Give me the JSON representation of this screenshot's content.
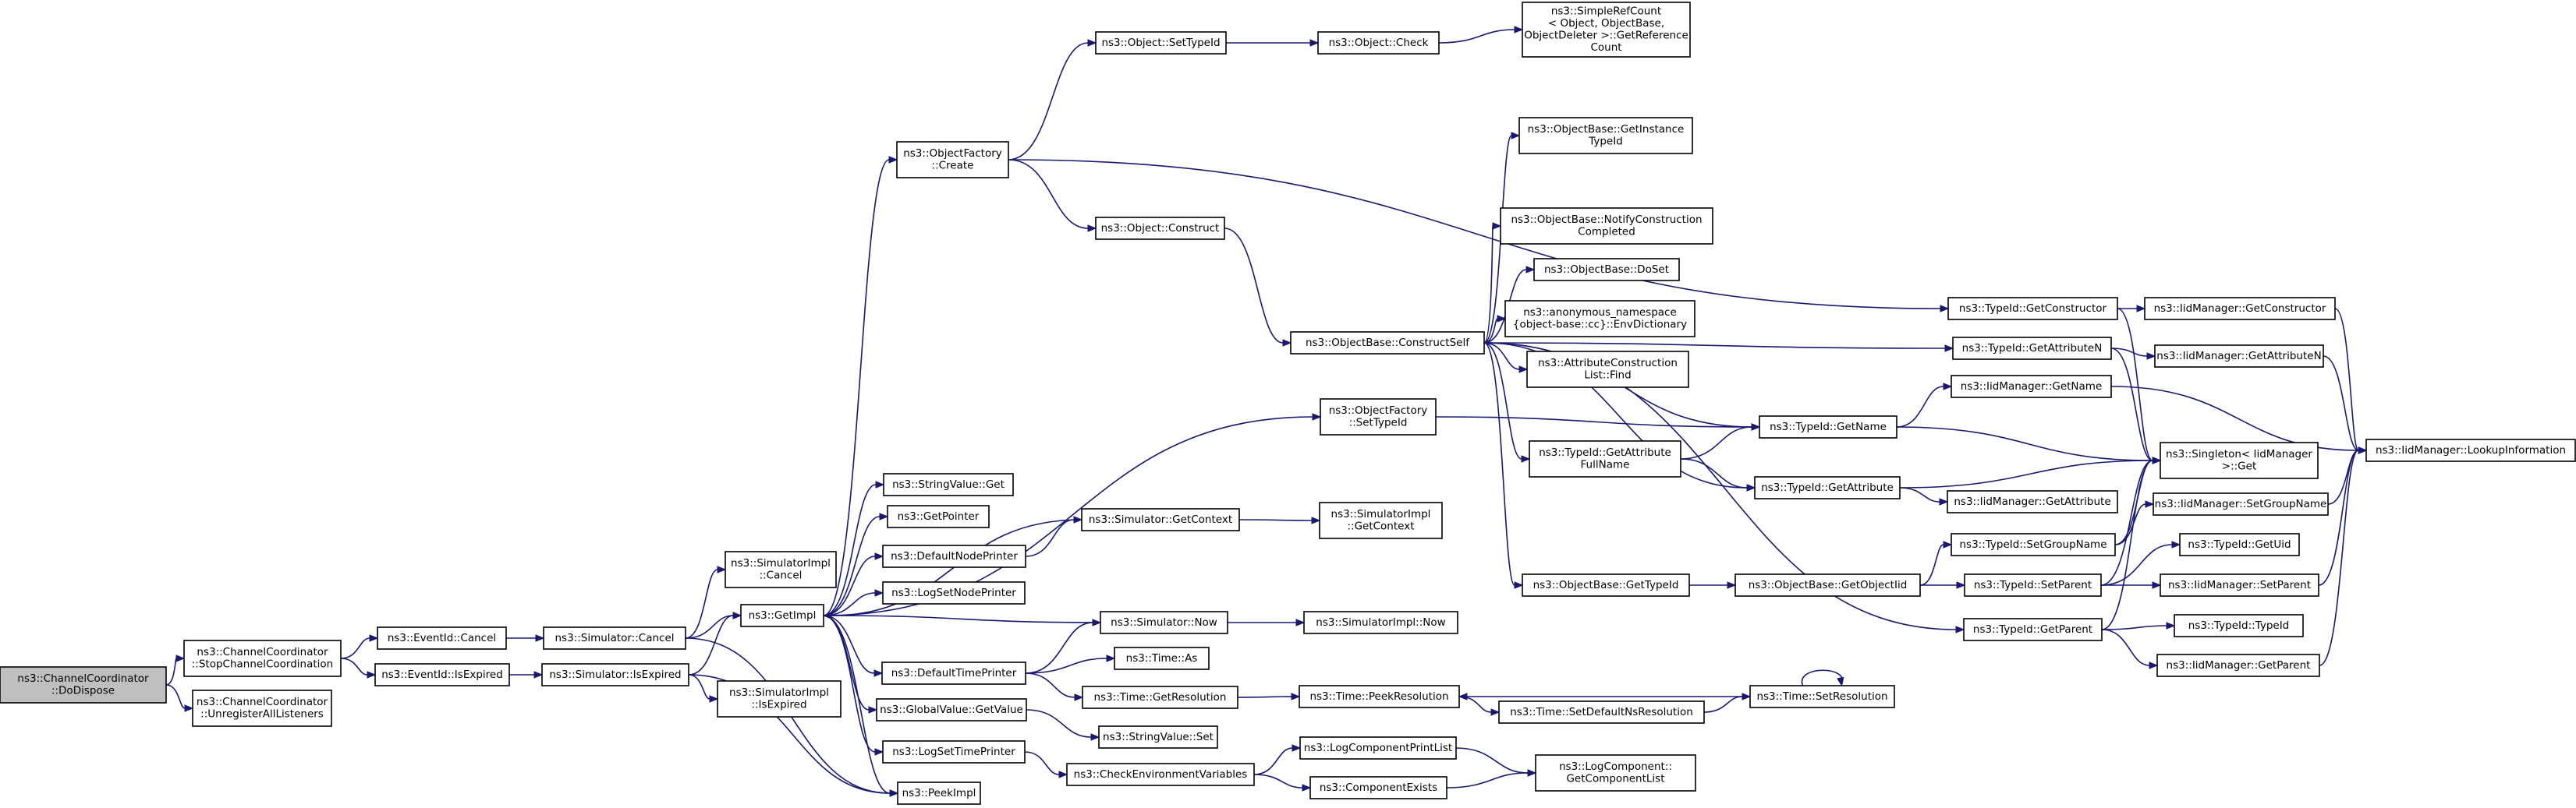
{
  "nodes": [
    {
      "id": "n0",
      "lines": [
        "ns3::ChannelCoordinator",
        "::DoDispose"
      ],
      "root": true
    },
    {
      "id": "n1",
      "lines": [
        "ns3::ChannelCoordinator",
        "::StopChannelCoordination"
      ]
    },
    {
      "id": "n2",
      "lines": [
        "ns3::ChannelCoordinator",
        "::UnregisterAllListeners"
      ]
    },
    {
      "id": "n3",
      "lines": [
        "ns3::EventId::Cancel"
      ]
    },
    {
      "id": "n4",
      "lines": [
        "ns3::EventId::IsExpired"
      ]
    },
    {
      "id": "n5",
      "lines": [
        "ns3::Simulator::Cancel"
      ]
    },
    {
      "id": "n6",
      "lines": [
        "ns3::Simulator::IsExpired"
      ]
    },
    {
      "id": "n7",
      "lines": [
        "ns3::SimulatorImpl",
        "::Cancel"
      ]
    },
    {
      "id": "n8",
      "lines": [
        "ns3::GetImpl"
      ]
    },
    {
      "id": "n9",
      "lines": [
        "ns3::PeekImpl"
      ]
    },
    {
      "id": "n10",
      "lines": [
        "ns3::SimulatorImpl",
        "::IsExpired"
      ]
    },
    {
      "id": "n11",
      "lines": [
        "ns3::ObjectFactory",
        "::Create"
      ]
    },
    {
      "id": "n12",
      "lines": [
        "ns3::StringValue::Get"
      ]
    },
    {
      "id": "n13",
      "lines": [
        "ns3::GetPointer"
      ]
    },
    {
      "id": "n14",
      "lines": [
        "ns3::DefaultNodePrinter"
      ]
    },
    {
      "id": "n15",
      "lines": [
        "ns3::LogSetNodePrinter"
      ]
    },
    {
      "id": "n16",
      "lines": [
        "ns3::DefaultTimePrinter"
      ]
    },
    {
      "id": "n17",
      "lines": [
        "ns3::GlobalValue::GetValue"
      ]
    },
    {
      "id": "n18",
      "lines": [
        "ns3::LogSetTimePrinter"
      ]
    },
    {
      "id": "n19",
      "lines": [
        "ns3::Object::SetTypeId"
      ]
    },
    {
      "id": "n20",
      "lines": [
        "ns3::Object::Construct"
      ]
    },
    {
      "id": "n21",
      "lines": [
        "ns3::Object::Check"
      ]
    },
    {
      "id": "n22",
      "lines": [
        "ns3::SimpleRefCount",
        "< Object, ObjectBase,",
        "ObjectDeleter >::GetReference",
        "Count"
      ]
    },
    {
      "id": "n23",
      "lines": [
        "ns3::ObjectBase::ConstructSelf"
      ]
    },
    {
      "id": "n24",
      "lines": [
        "ns3::ObjectFactory",
        "::SetTypeId"
      ]
    },
    {
      "id": "n25",
      "lines": [
        "ns3::Simulator::GetContext"
      ]
    },
    {
      "id": "n26",
      "lines": [
        "ns3::SimulatorImpl",
        "::GetContext"
      ]
    },
    {
      "id": "n27",
      "lines": [
        "ns3::Simulator::Now"
      ]
    },
    {
      "id": "n28",
      "lines": [
        "ns3::SimulatorImpl::Now"
      ]
    },
    {
      "id": "n29",
      "lines": [
        "ns3::Time::As"
      ]
    },
    {
      "id": "n30",
      "lines": [
        "ns3::Time::GetResolution"
      ]
    },
    {
      "id": "n31",
      "lines": [
        "ns3::StringValue::Set"
      ]
    },
    {
      "id": "n32",
      "lines": [
        "ns3::CheckEnvironmentVariables"
      ]
    },
    {
      "id": "n33",
      "lines": [
        "ns3::Time::PeekResolution"
      ]
    },
    {
      "id": "n34",
      "lines": [
        "ns3::Time::SetDefaultNsResolution"
      ]
    },
    {
      "id": "n35",
      "lines": [
        "ns3::Time::SetResolution"
      ]
    },
    {
      "id": "n36",
      "lines": [
        "ns3::LogComponentPrintList"
      ]
    },
    {
      "id": "n37",
      "lines": [
        "ns3::ComponentExists"
      ]
    },
    {
      "id": "n38",
      "lines": [
        "ns3::LogComponent::",
        "GetComponentList"
      ]
    },
    {
      "id": "n39",
      "lines": [
        "ns3::ObjectBase::GetInstance",
        "TypeId"
      ]
    },
    {
      "id": "n40",
      "lines": [
        "ns3::ObjectBase::NotifyConstruction",
        "Completed"
      ]
    },
    {
      "id": "n41",
      "lines": [
        "ns3::ObjectBase::DoSet"
      ]
    },
    {
      "id": "n42",
      "lines": [
        "ns3::anonymous_namespace",
        "{object-base::cc}::EnvDictionary"
      ]
    },
    {
      "id": "n43",
      "lines": [
        "ns3::AttributeConstruction",
        "List::Find"
      ]
    },
    {
      "id": "n44",
      "lines": [
        "ns3::TypeId::GetAttribute",
        "FullName"
      ]
    },
    {
      "id": "n45",
      "lines": [
        "ns3::ObjectBase::GetTypeId"
      ]
    },
    {
      "id": "n46",
      "lines": [
        "ns3::TypeId::GetConstructor"
      ]
    },
    {
      "id": "n47",
      "lines": [
        "ns3::TypeId::GetAttributeN"
      ]
    },
    {
      "id": "n48",
      "lines": [
        "ns3::TypeId::GetName"
      ]
    },
    {
      "id": "n49",
      "lines": [
        "ns3::TypeId::GetAttribute"
      ]
    },
    {
      "id": "n50",
      "lines": [
        "ns3::ObjectBase::GetObjectIid"
      ]
    },
    {
      "id": "n51",
      "lines": [
        "ns3::TypeId::SetGroupName"
      ]
    },
    {
      "id": "n52",
      "lines": [
        "ns3::TypeId::SetParent"
      ]
    },
    {
      "id": "n53",
      "lines": [
        "ns3::TypeId::GetParent"
      ]
    },
    {
      "id": "n54",
      "lines": [
        "ns3::IidManager::GetConstructor"
      ]
    },
    {
      "id": "n55",
      "lines": [
        "ns3::IidManager::GetAttributeN"
      ]
    },
    {
      "id": "n56",
      "lines": [
        "ns3::IidManager::GetName"
      ]
    },
    {
      "id": "n57",
      "lines": [
        "ns3::Singleton< IidManager",
        ">::Get"
      ]
    },
    {
      "id": "n58",
      "lines": [
        "ns3::IidManager::GetAttribute"
      ]
    },
    {
      "id": "n59",
      "lines": [
        "ns3::IidManager::SetGroupName"
      ]
    },
    {
      "id": "n60",
      "lines": [
        "ns3::TypeId::GetUid"
      ]
    },
    {
      "id": "n61",
      "lines": [
        "ns3::IidManager::SetParent"
      ]
    },
    {
      "id": "n62",
      "lines": [
        "ns3::TypeId::TypeId"
      ]
    },
    {
      "id": "n63",
      "lines": [
        "ns3::IidManager::GetParent"
      ]
    },
    {
      "id": "n64",
      "lines": [
        "ns3::IidManager::LookupInformation"
      ]
    }
  ],
  "edges": [
    [
      "n0",
      "n1"
    ],
    [
      "n0",
      "n2"
    ],
    [
      "n1",
      "n3"
    ],
    [
      "n1",
      "n4"
    ],
    [
      "n3",
      "n5"
    ],
    [
      "n4",
      "n6"
    ],
    [
      "n5",
      "n7"
    ],
    [
      "n5",
      "n8"
    ],
    [
      "n5",
      "n9"
    ],
    [
      "n6",
      "n8"
    ],
    [
      "n6",
      "n9"
    ],
    [
      "n6",
      "n10"
    ],
    [
      "n8",
      "n11"
    ],
    [
      "n8",
      "n12"
    ],
    [
      "n8",
      "n13"
    ],
    [
      "n8",
      "n14"
    ],
    [
      "n8",
      "n15"
    ],
    [
      "n8",
      "n16"
    ],
    [
      "n8",
      "n17"
    ],
    [
      "n8",
      "n18"
    ],
    [
      "n8",
      "n9"
    ],
    [
      "n8",
      "n24"
    ],
    [
      "n11",
      "n19"
    ],
    [
      "n11",
      "n20"
    ],
    [
      "n11",
      "n46"
    ],
    [
      "n19",
      "n21"
    ],
    [
      "n21",
      "n22"
    ],
    [
      "n20",
      "n23"
    ],
    [
      "n23",
      "n39"
    ],
    [
      "n23",
      "n40"
    ],
    [
      "n23",
      "n41"
    ],
    [
      "n23",
      "n42"
    ],
    [
      "n23",
      "n43"
    ],
    [
      "n23",
      "n44"
    ],
    [
      "n23",
      "n45"
    ],
    [
      "n23",
      "n47"
    ],
    [
      "n23",
      "n48"
    ],
    [
      "n23",
      "n49"
    ],
    [
      "n23",
      "n53"
    ],
    [
      "n24",
      "n48"
    ],
    [
      "n14",
      "n25"
    ],
    [
      "n25",
      "n26"
    ],
    [
      "n25",
      "n8"
    ],
    [
      "n27",
      "n8"
    ],
    [
      "n27",
      "n28"
    ],
    [
      "n16",
      "n27"
    ],
    [
      "n16",
      "n29"
    ],
    [
      "n16",
      "n30"
    ],
    [
      "n17",
      "n31"
    ],
    [
      "n18",
      "n32"
    ],
    [
      "n30",
      "n33"
    ],
    [
      "n33",
      "n34"
    ],
    [
      "n34",
      "n35"
    ],
    [
      "n35",
      "n33"
    ],
    [
      "n35",
      "n35"
    ],
    [
      "n32",
      "n36"
    ],
    [
      "n32",
      "n37"
    ],
    [
      "n36",
      "n38"
    ],
    [
      "n37",
      "n38"
    ],
    [
      "n44",
      "n48"
    ],
    [
      "n44",
      "n49"
    ],
    [
      "n45",
      "n50"
    ],
    [
      "n50",
      "n51"
    ],
    [
      "n50",
      "n52"
    ],
    [
      "n46",
      "n54"
    ],
    [
      "n46",
      "n57"
    ],
    [
      "n47",
      "n55"
    ],
    [
      "n47",
      "n57"
    ],
    [
      "n48",
      "n56"
    ],
    [
      "n48",
      "n57"
    ],
    [
      "n49",
      "n57"
    ],
    [
      "n49",
      "n58"
    ],
    [
      "n51",
      "n57"
    ],
    [
      "n51",
      "n59"
    ],
    [
      "n52",
      "n57"
    ],
    [
      "n52",
      "n60"
    ],
    [
      "n52",
      "n61"
    ],
    [
      "n53",
      "n57"
    ],
    [
      "n53",
      "n62"
    ],
    [
      "n53",
      "n63"
    ],
    [
      "n54",
      "n64"
    ],
    [
      "n55",
      "n64"
    ],
    [
      "n56",
      "n64"
    ],
    [
      "n59",
      "n64"
    ],
    [
      "n61",
      "n64"
    ],
    [
      "n63",
      "n64"
    ]
  ]
}
